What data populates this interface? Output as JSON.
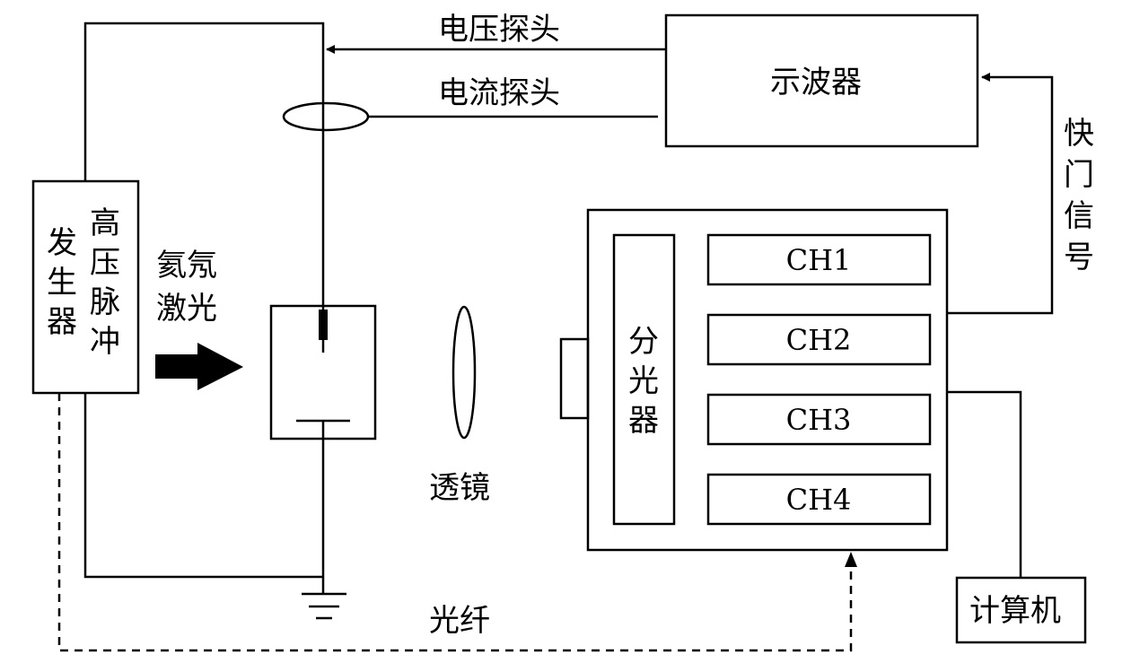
{
  "labels": {
    "voltage_probe": "电压探头",
    "current_probe": "电流探头",
    "oscilloscope": "示波器",
    "shutter_signal": [
      "快",
      "门",
      "信",
      "号"
    ],
    "generator_col1": [
      "发",
      "生",
      "器"
    ],
    "generator_col2": [
      "高",
      "压",
      "脉",
      "冲"
    ],
    "laser_line1": "氦氖",
    "laser_line2": "激光",
    "splitter": [
      "分",
      "光",
      "器"
    ],
    "channels": [
      "CH1",
      "CH2",
      "CH3",
      "CH4"
    ],
    "lens": "透镜",
    "fiber": "光纤",
    "computer": "计算机"
  }
}
